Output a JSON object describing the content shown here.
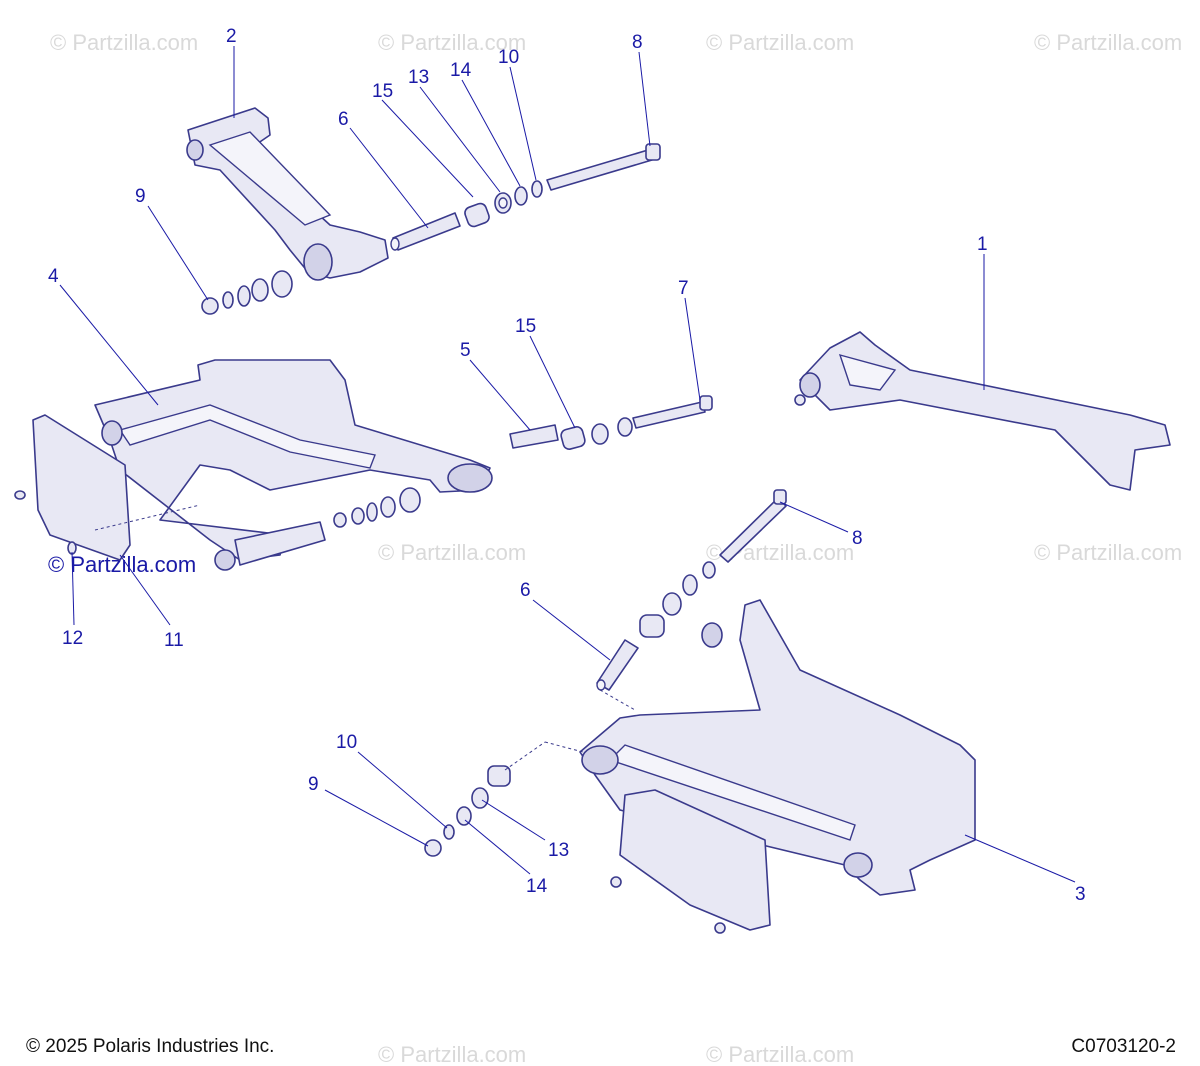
{
  "watermark_text": "© Partzilla.com",
  "callouts": [
    {
      "id": "c2a",
      "label": "2"
    },
    {
      "id": "c15a",
      "label": "15"
    },
    {
      "id": "c13a",
      "label": "13"
    },
    {
      "id": "c14a",
      "label": "14"
    },
    {
      "id": "c10a",
      "label": "10"
    },
    {
      "id": "c8a",
      "label": "8"
    },
    {
      "id": "c6a",
      "label": "6"
    },
    {
      "id": "c9a",
      "label": "9"
    },
    {
      "id": "c1",
      "label": "1"
    },
    {
      "id": "c4",
      "label": "4"
    },
    {
      "id": "c7",
      "label": "7"
    },
    {
      "id": "c15b",
      "label": "15"
    },
    {
      "id": "c5",
      "label": "5"
    },
    {
      "id": "c8b",
      "label": "8"
    },
    {
      "id": "c6b",
      "label": "6"
    },
    {
      "id": "c12",
      "label": "12"
    },
    {
      "id": "c11",
      "label": "11"
    },
    {
      "id": "c10b",
      "label": "10"
    },
    {
      "id": "c9b",
      "label": "9"
    },
    {
      "id": "c13b",
      "label": "13"
    },
    {
      "id": "c14b",
      "label": "14"
    },
    {
      "id": "c3",
      "label": "3"
    }
  ],
  "footer": {
    "copyright": "© 2025 Polaris Industries Inc.",
    "diagram_code": "C0703120-2"
  }
}
